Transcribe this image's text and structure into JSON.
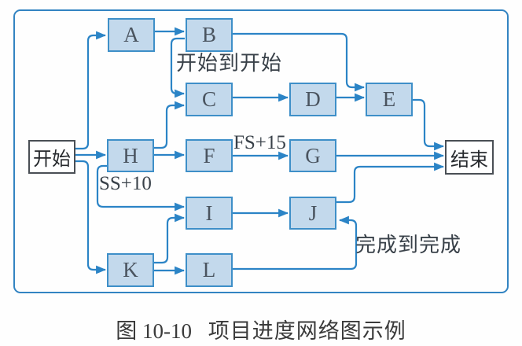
{
  "figure": {
    "caption_label": "图 10-10",
    "caption_title": "项目进度网络图示例"
  },
  "colors": {
    "node_fill": "#c3d9ec",
    "node_border": "#3e8fc8",
    "milestone_border": "#4a4f55",
    "arrow": "#2b84c6",
    "frame_border": "#3384c2",
    "text": "#394149"
  },
  "nodes": [
    {
      "id": "start",
      "label": "开始",
      "type": "milestone"
    },
    {
      "id": "A",
      "label": "A",
      "type": "activity"
    },
    {
      "id": "B",
      "label": "B",
      "type": "activity"
    },
    {
      "id": "C",
      "label": "C",
      "type": "activity"
    },
    {
      "id": "D",
      "label": "D",
      "type": "activity"
    },
    {
      "id": "E",
      "label": "E",
      "type": "activity"
    },
    {
      "id": "H",
      "label": "H",
      "type": "activity"
    },
    {
      "id": "F",
      "label": "F",
      "type": "activity"
    },
    {
      "id": "G",
      "label": "G",
      "type": "activity"
    },
    {
      "id": "I",
      "label": "I",
      "type": "activity"
    },
    {
      "id": "J",
      "label": "J",
      "type": "activity"
    },
    {
      "id": "K",
      "label": "K",
      "type": "activity"
    },
    {
      "id": "L",
      "label": "L",
      "type": "activity"
    },
    {
      "id": "end",
      "label": "结束",
      "type": "milestone"
    }
  ],
  "edge_labels": [
    {
      "id": "ss-b-c",
      "text": "开始到开始"
    },
    {
      "id": "fs-f-g",
      "text": "FS+15"
    },
    {
      "id": "ss-h-i",
      "text": "SS+10"
    },
    {
      "id": "ff-l-j",
      "text": "完成到完成"
    }
  ],
  "edges": [
    {
      "from": "开始",
      "to": "A",
      "label": ""
    },
    {
      "from": "开始",
      "to": "H",
      "label": ""
    },
    {
      "from": "开始",
      "to": "K",
      "label": ""
    },
    {
      "from": "A",
      "to": "B",
      "label": ""
    },
    {
      "from": "B",
      "to": "E",
      "label": ""
    },
    {
      "from": "B",
      "to": "C",
      "label": "开始到开始"
    },
    {
      "from": "C",
      "to": "D",
      "label": ""
    },
    {
      "from": "D",
      "to": "E",
      "label": ""
    },
    {
      "from": "E",
      "to": "结束",
      "label": ""
    },
    {
      "from": "H",
      "to": "C",
      "label": ""
    },
    {
      "from": "H",
      "to": "F",
      "label": ""
    },
    {
      "from": "H",
      "to": "I",
      "label": "SS+10"
    },
    {
      "from": "F",
      "to": "G",
      "label": "FS+15"
    },
    {
      "from": "G",
      "to": "结束",
      "label": ""
    },
    {
      "from": "K",
      "to": "I",
      "label": ""
    },
    {
      "from": "K",
      "to": "L",
      "label": ""
    },
    {
      "from": "I",
      "to": "J",
      "label": ""
    },
    {
      "from": "J",
      "to": "结束",
      "label": ""
    },
    {
      "from": "L",
      "to": "J",
      "label": "完成到完成"
    }
  ]
}
